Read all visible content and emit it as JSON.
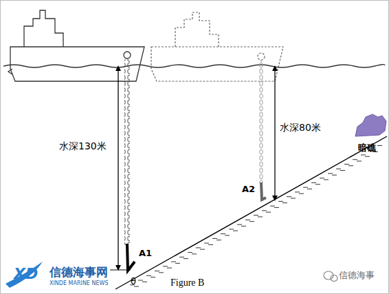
{
  "diagram": {
    "labels": [
      "水深130米",
      "A1",
      "θ",
      "水深80米",
      "A2",
      "暗礁",
      "Figure B",
      "XD",
      "信德海事网",
      "XINDE MARINE NEWS",
      "信德海事"
    ]
  }
}
